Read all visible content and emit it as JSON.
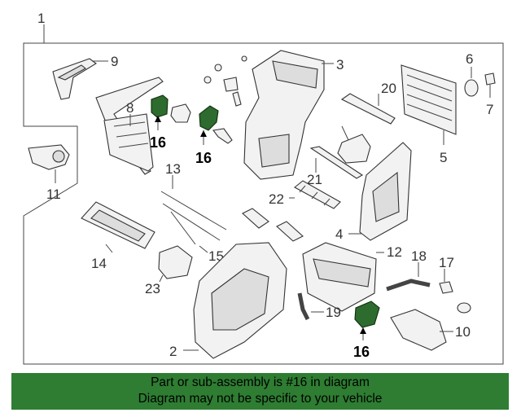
{
  "callouts": {
    "c1": "1",
    "c2": "2",
    "c3": "3",
    "c4": "4",
    "c5": "5",
    "c6": "6",
    "c7": "7",
    "c8": "8",
    "c9": "9",
    "c10": "10",
    "c11": "11",
    "c12": "12",
    "c13": "13",
    "c14": "14",
    "c15": "15",
    "c16": "16",
    "c17": "17",
    "c18": "18",
    "c19": "19",
    "c20": "20",
    "c21": "21",
    "c22": "22",
    "c23": "23"
  },
  "highlight_color": "#2e6b2e",
  "banner": {
    "background": "#2e7d32",
    "line1": "Part or sub-assembly is #16 in diagram",
    "line2": "Diagram may not be specific to your vehicle"
  }
}
